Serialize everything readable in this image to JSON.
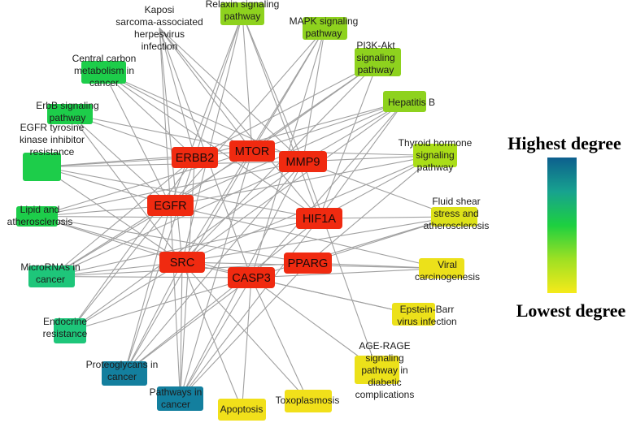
{
  "hubs": [
    {
      "id": "MTOR",
      "label": "MTOR",
      "color": "#f02a10"
    },
    {
      "id": "ERBB2",
      "label": "ERBB2",
      "color": "#f02a10"
    },
    {
      "id": "MMP9",
      "label": "MMP9",
      "color": "#f02a10"
    },
    {
      "id": "EGFR",
      "label": "EGFR",
      "color": "#f02a10"
    },
    {
      "id": "HIF1A",
      "label": "HIF1A",
      "color": "#f02a10"
    },
    {
      "id": "SRC",
      "label": "SRC",
      "color": "#f02a10"
    },
    {
      "id": "PPARG",
      "label": "PPARG",
      "color": "#f02a10"
    },
    {
      "id": "CASP3",
      "label": "CASP3",
      "color": "#f02a10"
    }
  ],
  "pathways": [
    {
      "id": "kaposi",
      "label": [
        "Kaposi",
        "sarcoma-associated",
        "herpesvirus",
        "infection"
      ],
      "color": "#ffffff"
    },
    {
      "id": "relaxin",
      "label": [
        "Relaxin signaling",
        "pathway"
      ],
      "color": "#8ed21e"
    },
    {
      "id": "mapk",
      "label": [
        "MAPK signaling",
        "pathway"
      ],
      "color": "#8ed21e"
    },
    {
      "id": "pi3k",
      "label": [
        "PI3K-Akt",
        "signaling",
        "pathway"
      ],
      "color": "#8ed21e"
    },
    {
      "id": "central",
      "label": [
        "Central carbon",
        "metabolism in",
        "cancer"
      ],
      "color": "#1dcd4a"
    },
    {
      "id": "hepb",
      "label": [
        "Hepatitis B"
      ],
      "color": "#8ed21e"
    },
    {
      "id": "erbb",
      "label": [
        "ErbB signaling",
        "pathway"
      ],
      "color": "#1dcd4a"
    },
    {
      "id": "thyroid",
      "label": [
        "Thyroid hormone",
        "signaling",
        "pathway"
      ],
      "color": "#aadd18"
    },
    {
      "id": "egfrtki",
      "label": [
        "EGFR tyrosine",
        "kinase inhibitor",
        "resistance"
      ],
      "color": "#1dcd4a"
    },
    {
      "id": "fluid",
      "label": [
        "Fluid shear",
        "stress and",
        "atherosclerosis"
      ],
      "color": "#dde21a"
    },
    {
      "id": "lipid",
      "label": [
        "Lipid and",
        "atherosclerosis"
      ],
      "color": "#1dcd4a"
    },
    {
      "id": "micro",
      "label": [
        "MicroRNAs in",
        "cancer"
      ],
      "color": "#1ec67a"
    },
    {
      "id": "viral",
      "label": [
        "Viral",
        "carcinogenesis"
      ],
      "color": "#ece11a"
    },
    {
      "id": "endocrine",
      "label": [
        "Endocrine",
        "resistance"
      ],
      "color": "#1ec67a"
    },
    {
      "id": "ebv",
      "label": [
        "Epstein-Barr",
        "virus infection"
      ],
      "color": "#ece11a"
    },
    {
      "id": "ager",
      "label": [
        "AGE-RAGE",
        "signaling",
        "pathway in",
        "diabetic",
        "complications"
      ],
      "color": "#ece11a"
    },
    {
      "id": "proteo",
      "label": [
        "Proteoglycans in",
        "cancer"
      ],
      "color": "#137f9e"
    },
    {
      "id": "pathcancer",
      "label": [
        "Pathways in",
        "cancer"
      ],
      "color": "#137f9e"
    },
    {
      "id": "apoptosis",
      "label": [
        "Apoptosis"
      ],
      "color": "#f1e01a"
    },
    {
      "id": "toxo",
      "label": [
        "Toxoplasmosis"
      ],
      "color": "#f1e01a"
    }
  ],
  "edges": [
    [
      "MTOR",
      "kaposi"
    ],
    [
      "MTOR",
      "relaxin"
    ],
    [
      "MTOR",
      "mapk"
    ],
    [
      "MTOR",
      "pi3k"
    ],
    [
      "MTOR",
      "central"
    ],
    [
      "MTOR",
      "hepb"
    ],
    [
      "MTOR",
      "erbb"
    ],
    [
      "MTOR",
      "thyroid"
    ],
    [
      "MTOR",
      "egfrtki"
    ],
    [
      "MTOR",
      "micro"
    ],
    [
      "MTOR",
      "proteo"
    ],
    [
      "MTOR",
      "pathcancer"
    ],
    [
      "MTOR",
      "lipid"
    ],
    [
      "ERBB2",
      "kaposi"
    ],
    [
      "ERBB2",
      "relaxin"
    ],
    [
      "ERBB2",
      "pi3k"
    ],
    [
      "ERBB2",
      "central"
    ],
    [
      "ERBB2",
      "erbb"
    ],
    [
      "ERBB2",
      "egfrtki"
    ],
    [
      "ERBB2",
      "micro"
    ],
    [
      "ERBB2",
      "endocrine"
    ],
    [
      "ERBB2",
      "proteo"
    ],
    [
      "ERBB2",
      "pathcancer"
    ],
    [
      "ERBB2",
      "hepb"
    ],
    [
      "MMP9",
      "kaposi"
    ],
    [
      "MMP9",
      "relaxin"
    ],
    [
      "MMP9",
      "mapk"
    ],
    [
      "MMP9",
      "hepb"
    ],
    [
      "MMP9",
      "thyroid"
    ],
    [
      "MMP9",
      "fluid"
    ],
    [
      "MMP9",
      "lipid"
    ],
    [
      "MMP9",
      "micro"
    ],
    [
      "MMP9",
      "endocrine"
    ],
    [
      "MMP9",
      "proteo"
    ],
    [
      "MMP9",
      "pathcancer"
    ],
    [
      "MMP9",
      "ager"
    ],
    [
      "MMP9",
      "egfrtki"
    ],
    [
      "MMP9",
      "central"
    ],
    [
      "EGFR",
      "kaposi"
    ],
    [
      "EGFR",
      "relaxin"
    ],
    [
      "EGFR",
      "mapk"
    ],
    [
      "EGFR",
      "pi3k"
    ],
    [
      "EGFR",
      "central"
    ],
    [
      "EGFR",
      "hepb"
    ],
    [
      "EGFR",
      "erbb"
    ],
    [
      "EGFR",
      "thyroid"
    ],
    [
      "EGFR",
      "egfrtki"
    ],
    [
      "EGFR",
      "lipid"
    ],
    [
      "EGFR",
      "micro"
    ],
    [
      "EGFR",
      "endocrine"
    ],
    [
      "EGFR",
      "proteo"
    ],
    [
      "EGFR",
      "pathcancer"
    ],
    [
      "EGFR",
      "viral"
    ],
    [
      "HIF1A",
      "kaposi"
    ],
    [
      "HIF1A",
      "relaxin"
    ],
    [
      "HIF1A",
      "pi3k"
    ],
    [
      "HIF1A",
      "central"
    ],
    [
      "HIF1A",
      "hepb"
    ],
    [
      "HIF1A",
      "thyroid"
    ],
    [
      "HIF1A",
      "fluid"
    ],
    [
      "HIF1A",
      "lipid"
    ],
    [
      "HIF1A",
      "micro"
    ],
    [
      "HIF1A",
      "proteo"
    ],
    [
      "HIF1A",
      "pathcancer"
    ],
    [
      "HIF1A",
      "egfrtki"
    ],
    [
      "SRC",
      "kaposi"
    ],
    [
      "SRC",
      "relaxin"
    ],
    [
      "SRC",
      "mapk"
    ],
    [
      "SRC",
      "pi3k"
    ],
    [
      "SRC",
      "erbb"
    ],
    [
      "SRC",
      "hepb"
    ],
    [
      "SRC",
      "thyroid"
    ],
    [
      "SRC",
      "egfrtki"
    ],
    [
      "SRC",
      "fluid"
    ],
    [
      "SRC",
      "lipid"
    ],
    [
      "SRC",
      "micro"
    ],
    [
      "SRC",
      "endocrine"
    ],
    [
      "SRC",
      "proteo"
    ],
    [
      "SRC",
      "pathcancer"
    ],
    [
      "SRC",
      "viral"
    ],
    [
      "SRC",
      "ebv"
    ],
    [
      "SRC",
      "apoptosis"
    ],
    [
      "SRC",
      "toxo"
    ],
    [
      "PPARG",
      "fluid"
    ],
    [
      "PPARG",
      "lipid"
    ],
    [
      "PPARG",
      "micro"
    ],
    [
      "PPARG",
      "pathcancer"
    ],
    [
      "PPARG",
      "thyroid"
    ],
    [
      "PPARG",
      "viral"
    ],
    [
      "CASP3",
      "kaposi"
    ],
    [
      "CASP3",
      "mapk"
    ],
    [
      "CASP3",
      "hepb"
    ],
    [
      "CASP3",
      "micro"
    ],
    [
      "CASP3",
      "lipid"
    ],
    [
      "CASP3",
      "fluid"
    ],
    [
      "CASP3",
      "viral"
    ],
    [
      "CASP3",
      "ebv"
    ],
    [
      "CASP3",
      "ager"
    ],
    [
      "CASP3",
      "proteo"
    ],
    [
      "CASP3",
      "pathcancer"
    ],
    [
      "CASP3",
      "apoptosis"
    ],
    [
      "CASP3",
      "toxo"
    ],
    [
      "CASP3",
      "endocrine"
    ]
  ],
  "legend": {
    "high": "Highest degree",
    "low": "Lowest degree",
    "gradient": [
      "#0d5f8e",
      "#17a28f",
      "#1dd040",
      "#9ee023",
      "#f5ea1a"
    ]
  }
}
